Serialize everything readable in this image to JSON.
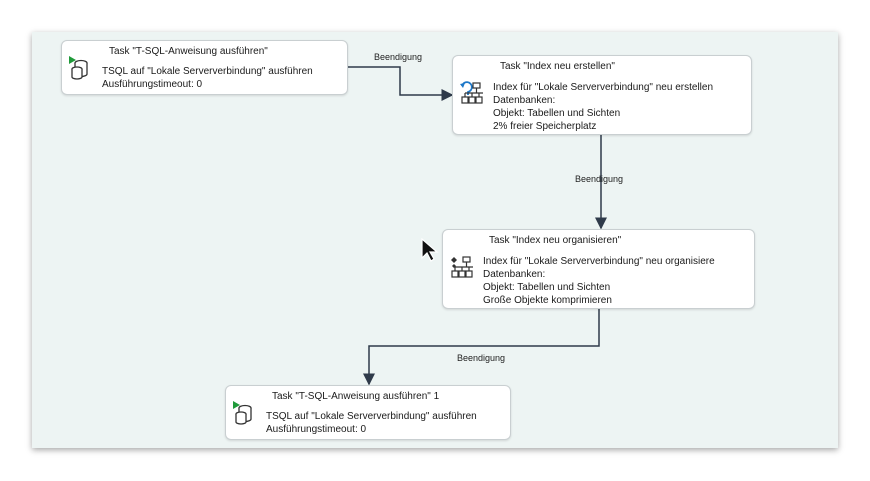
{
  "tasks": [
    {
      "title": "Task \"T-SQL-Anweisung ausführen\"",
      "lines": [
        "TSQL auf \"Lokale Serververbindung\" ausführen",
        "Ausführungstimeout: 0"
      ]
    },
    {
      "title": "Task \"Index neu erstellen\"",
      "lines": [
        "Index für \"Lokale Serververbindung\" neu erstellen",
        "Datenbanken:",
        "Objekt: Tabellen und Sichten",
        "2% freier Speicherplatz"
      ]
    },
    {
      "title": "Task \"Index neu organisieren\"",
      "lines": [
        "Index für \"Lokale Serververbindung\" neu organisiere",
        "Datenbanken:",
        "Objekt: Tabellen und Sichten",
        "Große Objekte komprimieren"
      ]
    },
    {
      "title": "Task \"T-SQL-Anweisung ausführen\" 1",
      "lines": [
        "TSQL auf \"Lokale Serververbindung\" ausführen",
        "Ausführungstimeout: 0"
      ]
    }
  ],
  "edges": [
    {
      "label": "Beendigung"
    },
    {
      "label": "Beendigung"
    },
    {
      "label": "Beendigung"
    }
  ],
  "colors": {
    "canvas": "#edf4f3",
    "connector": "#2f3a4a",
    "accent_blue": "#1e78c8",
    "run_green": "#1f9a3a"
  },
  "icons": [
    "tsql-task-icon",
    "rebuild-index-icon",
    "reorganize-index-icon",
    "tsql-task-icon"
  ]
}
